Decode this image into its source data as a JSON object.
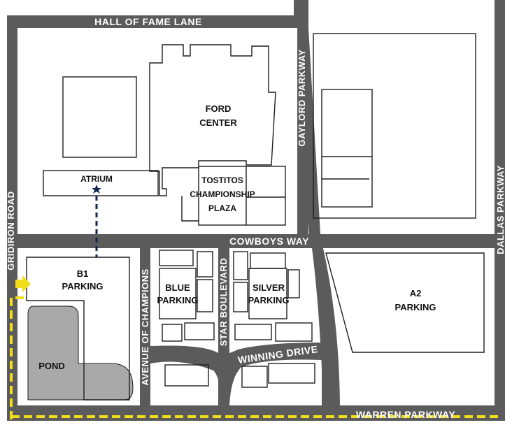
{
  "colors": {
    "road": "#5b5b5b",
    "block": "#ffffff",
    "outline": "#1e1e1e",
    "pond": "#a9a9a9",
    "route": "#f2dd1b",
    "walkway": "#15244f"
  },
  "roads": {
    "hall_of_fame_lane": "HALL OF FAME LANE",
    "gaylord_parkway": "GAYLORD PARKWAY",
    "dallas_parkway": "DALLAS PARKWAY",
    "gridiron_road": "GRIDIRON ROAD",
    "cowboys_way": "COWBOYS WAY",
    "avenue_of_champions": "AVENUE OF CHAMPIONS",
    "star_boulevard": "STAR BOULEVARD",
    "winning_drive": "WINNING DRIVE",
    "warren_parkway": "WARREN PARKWAY"
  },
  "places": {
    "ford_center": [
      "FORD",
      "CENTER"
    ],
    "atrium": "ATRIUM",
    "tostitos_plaza": [
      "TOSTITOS",
      "CHAMPIONSHIP",
      "PLAZA"
    ],
    "b1_parking": [
      "B1",
      "PARKING"
    ],
    "blue_parking": [
      "BLUE",
      "PARKING"
    ],
    "silver_parking": [
      "SILVER",
      "PARKING"
    ],
    "a2_parking": [
      "A2",
      "PARKING"
    ],
    "pond": "POND"
  },
  "icons": {
    "atrium_marker": "star-icon",
    "entry_arrow": "arrow-right-icon"
  }
}
